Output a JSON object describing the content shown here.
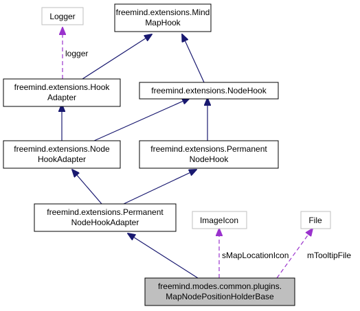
{
  "diagram": {
    "colors": {
      "inheritance_edge": "#191970",
      "usage_edge": "#9a32cd",
      "node_border": "#000000",
      "external_border": "#bfbfbf",
      "focus_fill": "#bfbfbf",
      "node_fill": "#ffffff"
    },
    "nodes": {
      "logger_class": {
        "line1": "Logger"
      },
      "mind_map_hook": {
        "line1": "freemind.extensions.Mind",
        "line2": "MapHook"
      },
      "hook_adapter": {
        "line1": "freemind.extensions.Hook",
        "line2": "Adapter"
      },
      "node_hook": {
        "line1": "freemind.extensions.NodeHook"
      },
      "node_hook_adapter": {
        "line1": "freemind.extensions.Node",
        "line2": "HookAdapter"
      },
      "permanent_node_hook": {
        "line1": "freemind.extensions.Permanent",
        "line2": "NodeHook"
      },
      "permanent_node_hook_adapter": {
        "line1": "freemind.extensions.Permanent",
        "line2": "NodeHookAdapter"
      },
      "image_icon": {
        "line1": "ImageIcon"
      },
      "file_class": {
        "line1": "File"
      },
      "map_node_position_holder_base": {
        "line1": "freemind.modes.common.plugins.",
        "line2": "MapNodePositionHolderBase"
      }
    },
    "edge_labels": {
      "logger": "logger",
      "s_map_location_icon": "sMapLocationIcon",
      "m_tooltip_file": "mTooltipFile"
    }
  }
}
